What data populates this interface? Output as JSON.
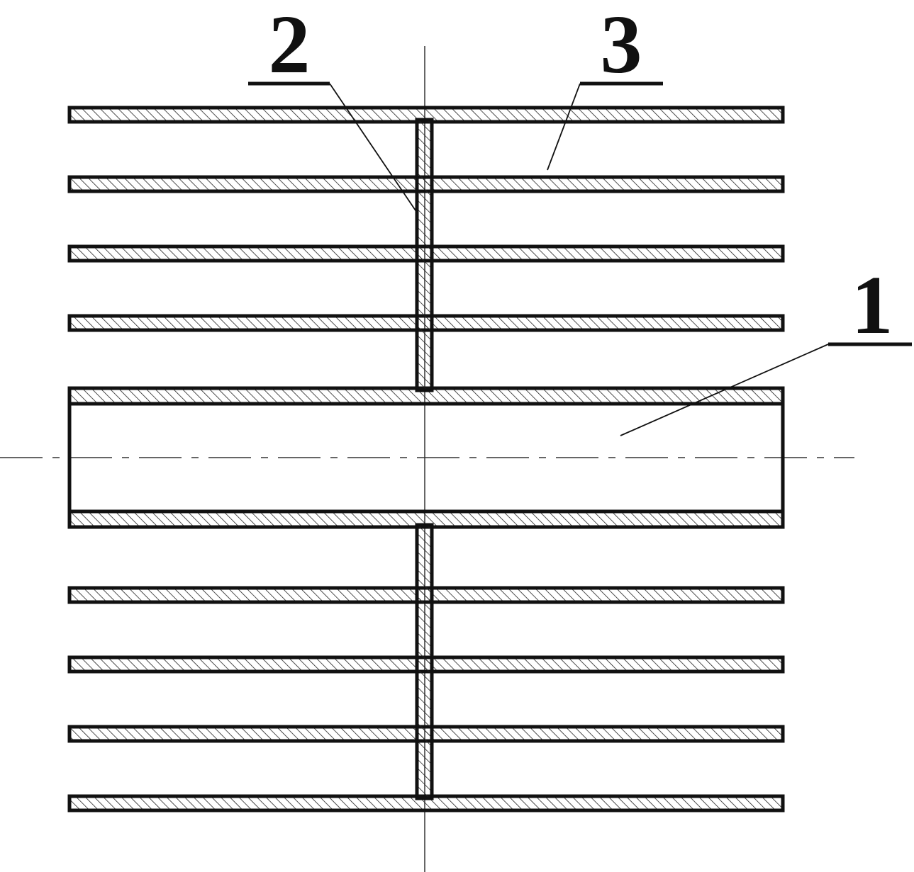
{
  "figure": {
    "callouts": [
      {
        "id": "label-1",
        "number": "1",
        "refers_to": "central-tube"
      },
      {
        "id": "label-2",
        "number": "2",
        "refers_to": "vertical-web"
      },
      {
        "id": "label-3",
        "number": "3",
        "refers_to": "fin-plate"
      }
    ],
    "fins_above_tube": 4,
    "fins_below_tube": 4,
    "colors": {
      "line": "#111111",
      "hatch": "#222222",
      "centerline": "#333333",
      "background": "#ffffff"
    }
  }
}
